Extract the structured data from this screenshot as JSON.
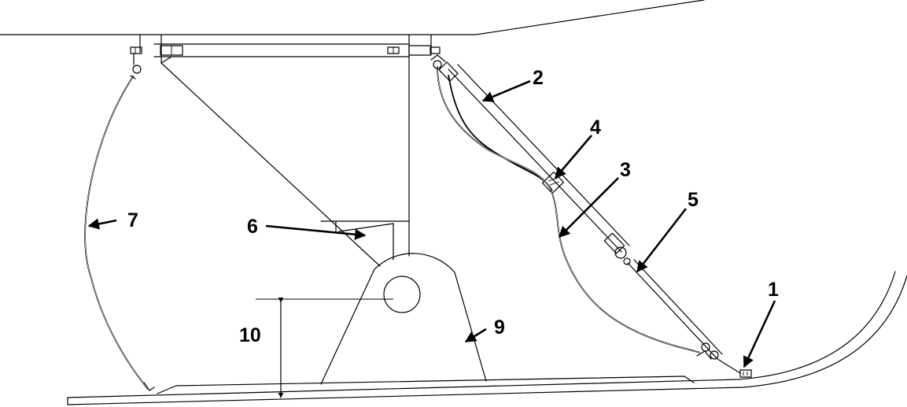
{
  "callouts": [
    {
      "id": "1",
      "label": "1"
    },
    {
      "id": "2",
      "label": "2"
    },
    {
      "id": "3",
      "label": "3"
    },
    {
      "id": "4",
      "label": "4"
    },
    {
      "id": "5",
      "label": "5"
    },
    {
      "id": "6",
      "label": "6"
    },
    {
      "id": "7",
      "label": "7"
    },
    {
      "id": "9",
      "label": "9"
    },
    {
      "id": "10",
      "label": "10"
    }
  ],
  "colors": {
    "line": "#000000",
    "background": "#ffffff"
  }
}
